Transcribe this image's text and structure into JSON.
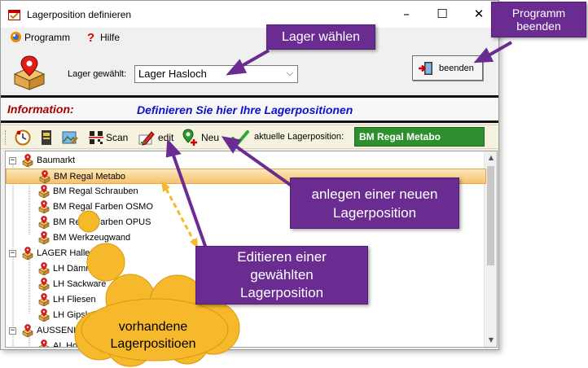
{
  "window": {
    "title": "Lagerposition definieren",
    "minimize": "–",
    "maximize": "☐",
    "close": "✕"
  },
  "menu": [
    {
      "label": "Programm",
      "icon": "app-globe-icon"
    },
    {
      "label": "Hilfe",
      "icon": "help-question-icon"
    }
  ],
  "top_panel": {
    "lager_label": "Lager gewählt:",
    "lager_value": "Lager Hasloch",
    "end_button_label": "beenden"
  },
  "info": {
    "label": "Information:",
    "text": "Definieren Sie hier Ihre Lagerpositionen"
  },
  "toolbar": {
    "scan_label": "Scan",
    "edit_label": "edit",
    "new_label": "Neu",
    "position_label": "aktuelle Lagerposition:",
    "position_value": "BM Regal Metabo"
  },
  "tree": [
    {
      "label": "Baumarkt",
      "level": 0,
      "expander": "−"
    },
    {
      "label": "BM Regal Metabo",
      "level": 1,
      "selected": true
    },
    {
      "label": "BM Regal Schrauben",
      "level": 1
    },
    {
      "label": "BM Regal Farben OSMO",
      "level": 1
    },
    {
      "label": "BM Regal Farben OPUS",
      "level": 1
    },
    {
      "label": "BM Werkzeugwand",
      "level": 1
    },
    {
      "label": "LAGER Halle",
      "level": 0,
      "expander": "−"
    },
    {
      "label": "LH Dämmung",
      "level": 1
    },
    {
      "label": "LH Sackware",
      "level": 1
    },
    {
      "label": "LH Fliesen",
      "level": 1
    },
    {
      "label": "LH Gipskarton",
      "level": 1
    },
    {
      "label": "AUSSENLAGER",
      "level": 0,
      "expander": "−"
    },
    {
      "label": "AL Holz",
      "level": 1
    }
  ],
  "annotations": {
    "lager_waehlen": "Lager wählen",
    "programm_beenden": [
      "Programm",
      "beenden"
    ],
    "neu": [
      "anlegen einer neuen",
      "Lagerposition"
    ],
    "edit": [
      "Editieren einer",
      "gewählten",
      "Lagerposition"
    ],
    "cloud": [
      "vorhandene",
      "Lagerpositioen"
    ]
  },
  "colors": {
    "callout": "#6a2c91",
    "cloud": "#f6b92b",
    "info_label": "#a50000",
    "info_text": "#1010c8",
    "position_field": "#2e8f2e",
    "selection": "#f6c36e"
  }
}
